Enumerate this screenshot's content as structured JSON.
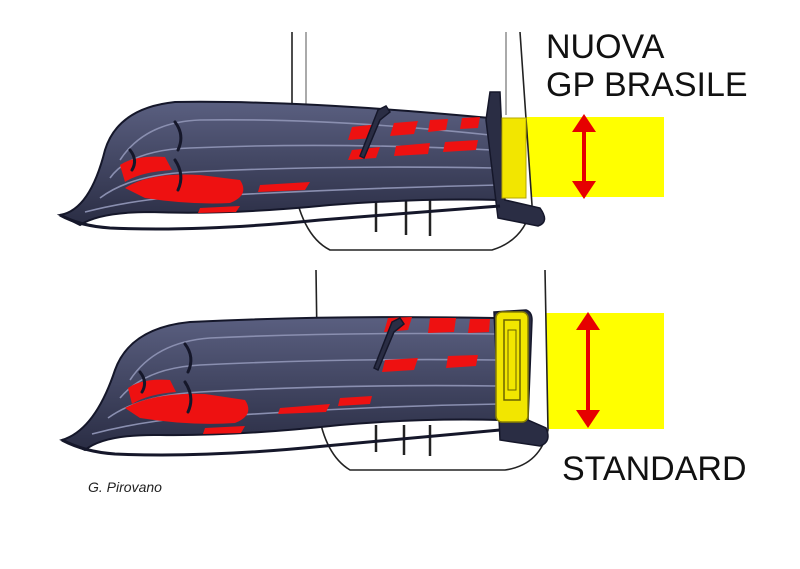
{
  "labels": {
    "top_line1": "NUOVA",
    "top_line2": "GP BRASILE",
    "bottom": "STANDARD"
  },
  "credit": "G. Pirovano",
  "colors": {
    "highlight": "#ffff00",
    "arrow": "#e60000",
    "wing_body": "#3b3f5a",
    "wing_edge": "#15172a",
    "red_paint": "#ee1111",
    "endplate_highlight": "#f2e600"
  }
}
